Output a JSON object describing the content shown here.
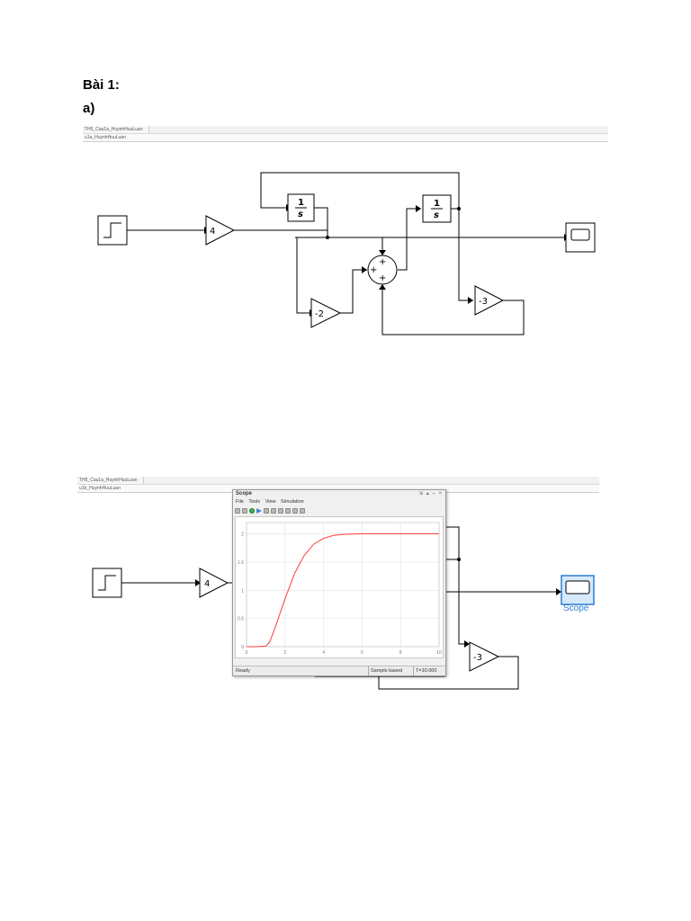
{
  "document": {
    "heading": "Bài 1:",
    "subheading": "a)"
  },
  "figure1": {
    "tab_title": "TH5_Cau1a_HuynhHuuLuan",
    "breadcrumb": "u1a_HuynhHuuLuan",
    "blocks": {
      "step": "step-icon",
      "gain_input": "4",
      "integrator_num": "1",
      "integrator_den": "s",
      "gain_feedback_left": "-2",
      "gain_feedback_right": "-3",
      "sum_signs": [
        "+",
        "+",
        "+"
      ],
      "scope": "scope-icon"
    }
  },
  "figure2": {
    "tab_title": "TH5_Cau1a_HuynhHuuLuan",
    "breadcrumb": "u1b_HuynhHuuLuan",
    "gain_input": "4",
    "gain_feedback_right": "-3",
    "scope_label": "Scope",
    "scope_window": {
      "title": "Scope",
      "window_controls": "⇲ ▴ ‒ ×",
      "menu": [
        "File",
        "Tools",
        "View",
        "Simulation"
      ],
      "status_ready": "Ready",
      "status_mode": "Sample based",
      "status_time": "T=10.000"
    }
  },
  "chart_data": {
    "type": "line",
    "title": "",
    "xlabel": "",
    "ylabel": "",
    "xlim": [
      0,
      10
    ],
    "ylim": [
      0,
      2.2
    ],
    "x_ticks": [
      "0",
      "2",
      "4",
      "6",
      "8",
      "10"
    ],
    "y_ticks": [
      "0",
      "0.5",
      "1",
      "1.5",
      "2"
    ],
    "grid": true,
    "series": [
      {
        "color": "#ff3b3b",
        "x": [
          0,
          0.5,
          1,
          1.2,
          1.5,
          2,
          2.5,
          3,
          3.5,
          4,
          4.5,
          5,
          6,
          7,
          8,
          9,
          10
        ],
        "y": [
          0,
          0,
          0.01,
          0.08,
          0.35,
          0.85,
          1.3,
          1.62,
          1.82,
          1.92,
          1.97,
          1.99,
          2.0,
          2.0,
          2.0,
          2.0,
          2.0
        ]
      }
    ]
  }
}
